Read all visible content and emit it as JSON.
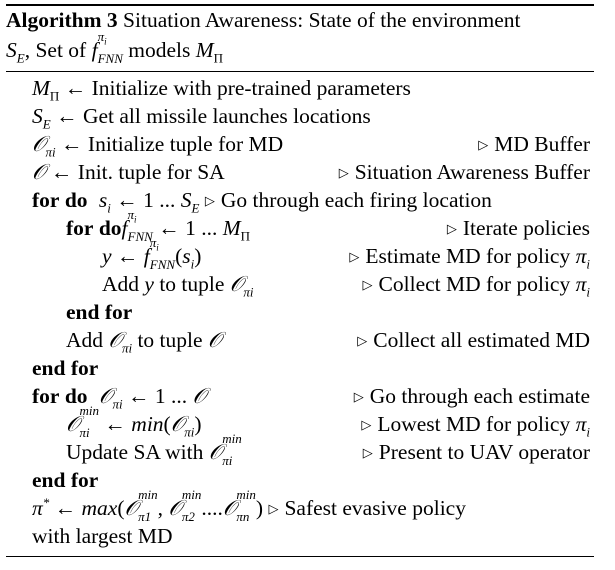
{
  "caption": {
    "label": "Algorithm 3",
    "title_part1": "Situation Awareness: State of the environment",
    "title_part2": ", Set of",
    "title_part3": "models"
  },
  "lines": {
    "l1": "Initialize with pre-trained parameters",
    "l2": "Get all missile launches locations",
    "l3": "Initialize tuple for MD",
    "l3c": "MD Buffer",
    "l4": "Init. tuple for SA",
    "l4c": "Situation Awareness Buffer",
    "l5c": "Go through each firing location",
    "l6c": "Iterate policies",
    "l7c": "Estimate MD for policy",
    "l8": "Add",
    "l8b": "to tuple",
    "l8c": "Collect MD for policy",
    "l9": "end for",
    "l10": "Add",
    "l10b": "to tuple",
    "l10c": "Collect all estimated MD",
    "l11": "end for",
    "l12c": "Go through each estimate",
    "l13c": "Lowest MD for policy",
    "l14": "Update SA with",
    "l14c": "Present to UAV operator",
    "l15": "end for",
    "l16c": "Safest evasive policy",
    "l17": "with largest MD"
  },
  "keywords": {
    "for": "for",
    "do": "do"
  }
}
